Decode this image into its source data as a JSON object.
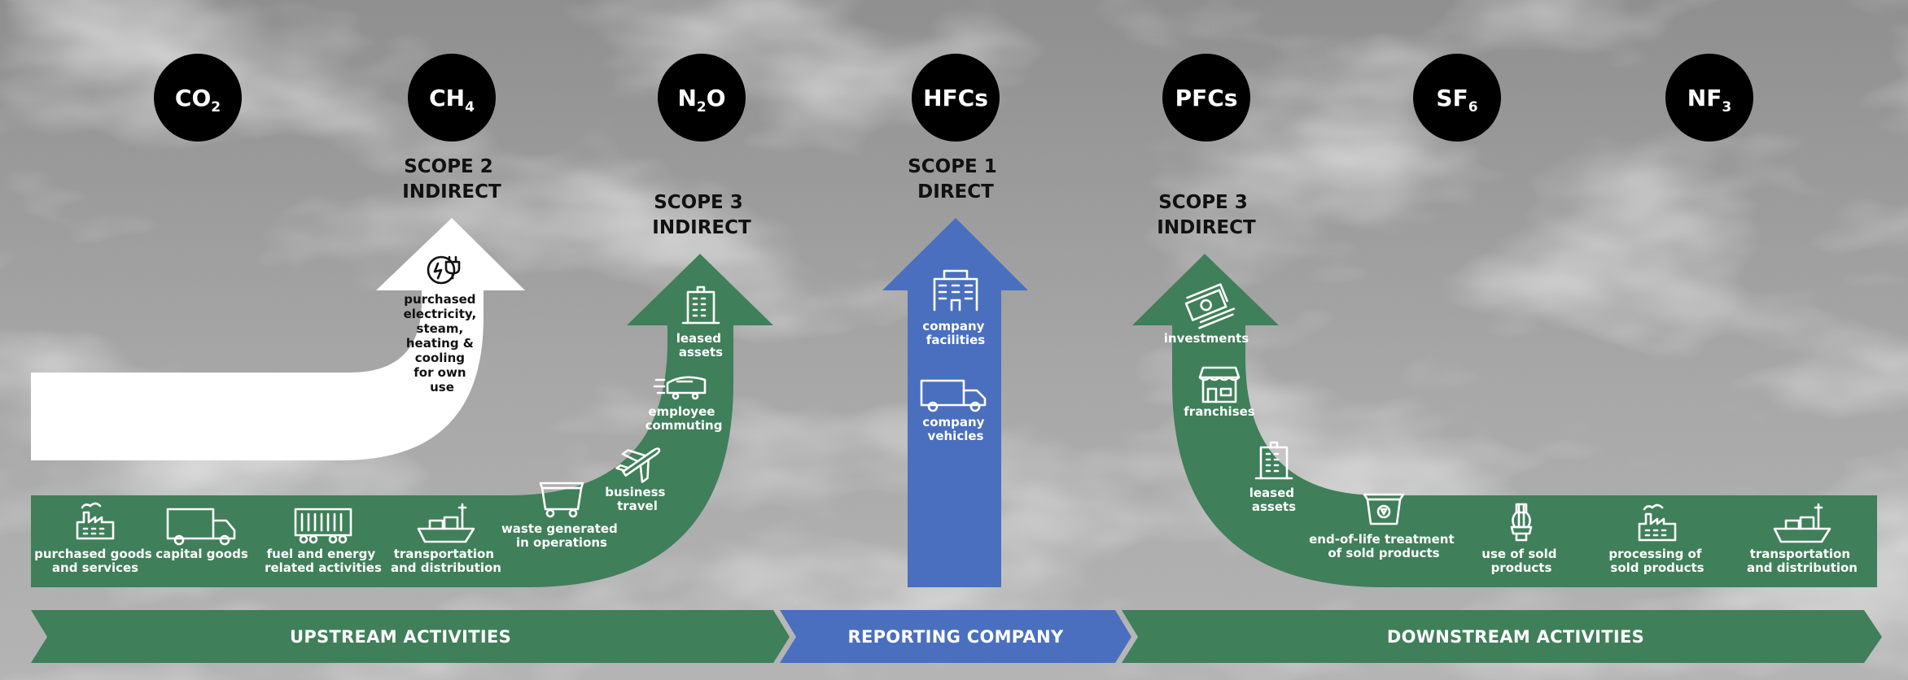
{
  "colors": {
    "green": "#3f7f5a",
    "blue": "#4a6fbe",
    "white": "#ffffff",
    "black": "#000000"
  },
  "gases": [
    {
      "main": "CO",
      "sub": "2"
    },
    {
      "main": "CH",
      "sub": "4"
    },
    {
      "main": "N",
      "sub": "2",
      "tail": "O"
    },
    {
      "main": "HFCs"
    },
    {
      "main": "PFCs"
    },
    {
      "main": "SF",
      "sub": "6"
    },
    {
      "main": "NF",
      "sub": "3"
    }
  ],
  "scopes": {
    "scope2": [
      "SCOPE 2",
      "INDIRECT"
    ],
    "scope3_upstream": [
      "SCOPE 3",
      "INDIRECT"
    ],
    "scope1": [
      "SCOPE 1",
      "DIRECT"
    ],
    "scope3_downstream": [
      "SCOPE 3",
      "INDIRECT"
    ]
  },
  "scope2_item": {
    "icon": "plug-icon",
    "lines": [
      "purchased",
      "electricity,",
      "steam,",
      "heating &",
      "cooling",
      "for own",
      "use"
    ]
  },
  "upstream_items": [
    {
      "icon": "factory-icon",
      "lines": [
        "purchased goods",
        "and services"
      ]
    },
    {
      "icon": "truck-icon",
      "lines": [
        "capital goods"
      ]
    },
    {
      "icon": "rail-car-icon",
      "lines": [
        "fuel and energy",
        "related activities"
      ]
    },
    {
      "icon": "ship-icon",
      "lines": [
        "transportation",
        "and distribution"
      ]
    },
    {
      "icon": "dumpster-icon",
      "lines": [
        "waste generated",
        "in operations"
      ]
    },
    {
      "icon": "airplane-icon",
      "lines": [
        "business",
        "travel"
      ]
    },
    {
      "icon": "train-icon",
      "lines": [
        "employee",
        "commuting"
      ]
    },
    {
      "icon": "building-icon",
      "lines": [
        "leased",
        "assets"
      ]
    }
  ],
  "reporting_items": [
    {
      "icon": "office-building-icon",
      "lines": [
        "company",
        "facilities"
      ]
    },
    {
      "icon": "truck-icon",
      "lines": [
        "company",
        "vehicles"
      ]
    }
  ],
  "downstream_items": [
    {
      "icon": "money-icon",
      "lines": [
        "investments"
      ]
    },
    {
      "icon": "storefront-icon",
      "lines": [
        "franchises"
      ]
    },
    {
      "icon": "building-icon",
      "lines": [
        "leased",
        "assets"
      ]
    },
    {
      "icon": "recycle-bin-icon",
      "lines": [
        "end-of-life treatment",
        "of sold products"
      ]
    },
    {
      "icon": "lightbulb-icon",
      "lines": [
        "use of sold",
        "products"
      ]
    },
    {
      "icon": "factory-icon",
      "lines": [
        "processing of",
        "sold products"
      ]
    },
    {
      "icon": "ship-icon",
      "lines": [
        "transportation",
        "and distribution"
      ]
    }
  ],
  "bands": {
    "upstream": "UPSTREAM ACTIVITIES",
    "reporting": "REPORTING COMPANY",
    "downstream": "DOWNSTREAM ACTIVITIES"
  }
}
